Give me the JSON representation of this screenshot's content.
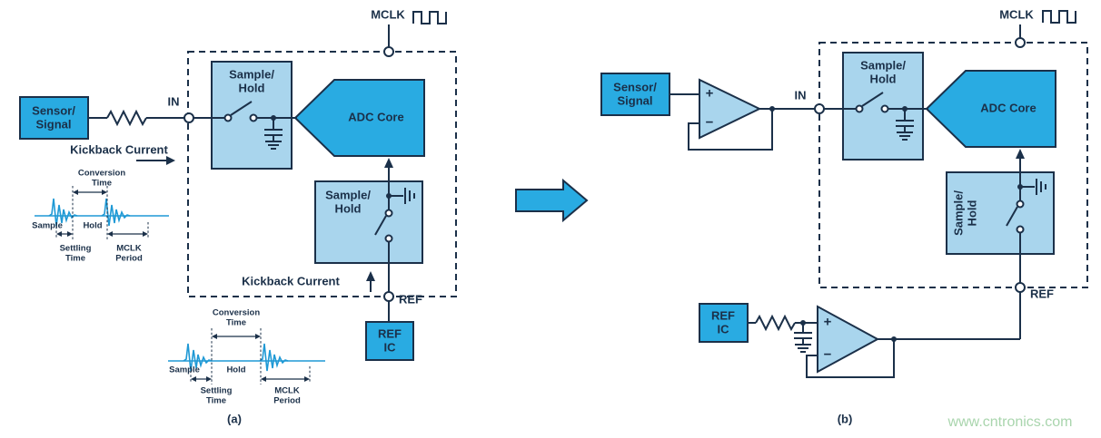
{
  "captions": {
    "a": "(a)",
    "b": "(b)"
  },
  "watermark": "www.cntronics.com",
  "symbols": {
    "plus": "+",
    "minus": "−"
  },
  "colors": {
    "navy": "#1b3049",
    "cyan": "#29abe2",
    "light_blue": "#a9d5ed",
    "wave_blue": "#1f99d5",
    "watermark_green": "#a9d5ad"
  },
  "diagram_a": {
    "mclk": "MCLK",
    "in": "IN",
    "ref": "REF",
    "sensor_signal": "Sensor/\nSignal",
    "sample_hold_top": "Sample/\nHold",
    "sample_hold_bottom": "Sample/\nHold",
    "adc_core": "ADC Core",
    "ref_ic": "REF\nIC",
    "kickback_current_in": "Kickback Current",
    "kickback_current_ref": "Kickback Current",
    "waveform_in": {
      "conversion_time": "Conversion\nTime",
      "sample": "Sample",
      "hold": "Hold",
      "settling_time": "Settling\nTime",
      "mclk_period": "MCLK\nPeriod"
    },
    "waveform_ref": {
      "conversion_time": "Conversion\nTime",
      "sample": "Sample",
      "hold": "Hold",
      "settling_time": "Settling\nTime",
      "mclk_period": "MCLK\nPeriod"
    }
  },
  "diagram_b": {
    "mclk": "MCLK",
    "in": "IN",
    "ref": "REF",
    "sensor_signal": "Sensor/\nSignal",
    "sample_hold_top": "Sample/\nHold",
    "sample_hold_bottom": "Sample/\nHold",
    "adc_core": "ADC Core",
    "ref_ic": "REF\nIC"
  }
}
